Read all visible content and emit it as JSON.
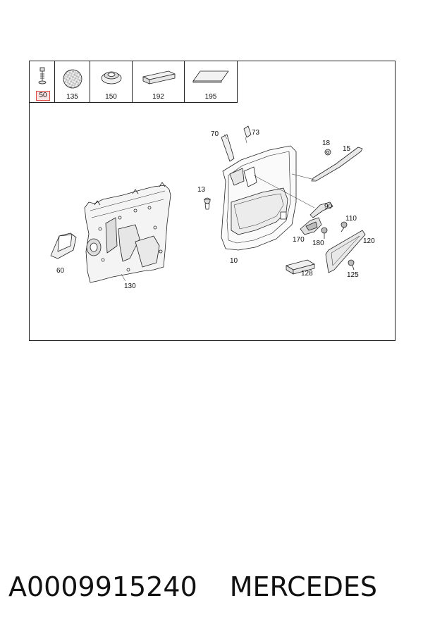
{
  "legend": [
    {
      "label": "50",
      "highlight": true,
      "icon": "bolt-icon"
    },
    {
      "label": "135",
      "highlight": false,
      "icon": "speaker-grille-icon"
    },
    {
      "label": "150",
      "highlight": false,
      "icon": "grommet-icon"
    },
    {
      "label": "192",
      "highlight": false,
      "icon": "foam-pad-icon"
    },
    {
      "label": "195",
      "highlight": false,
      "icon": "flat-pad-icon"
    }
  ],
  "callouts": {
    "c70": "70",
    "c73": "73",
    "c18": "18",
    "c15": "15",
    "c13": "13",
    "c90": "90",
    "c110": "110",
    "c170": "170",
    "c180": "180",
    "c120": "120",
    "c10": "10",
    "c128": "128",
    "c125": "125",
    "c60": "60",
    "c130": "130"
  },
  "footer": {
    "part_number": "A0009915240",
    "brand": "MERCEDES"
  },
  "colors": {
    "highlight_border": "#e04848",
    "highlight_fill": "#fbe3e3",
    "line": "#222222",
    "part_fill": "#ffffff",
    "part_shade": "#e8e8e8"
  }
}
